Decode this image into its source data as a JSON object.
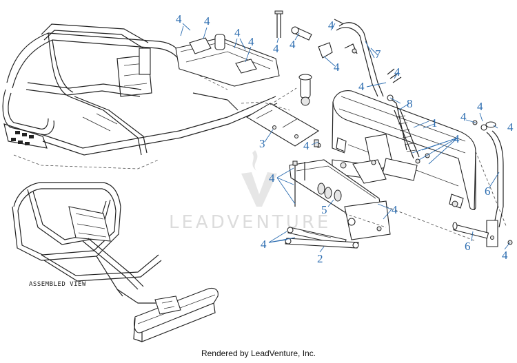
{
  "diagram": {
    "assembled_view_label": "ASSEMBLED VIEW",
    "watermark": "LEADVENTURE",
    "callouts": {
      "c1": "1",
      "c2": "2",
      "c3": "3",
      "c5": "5",
      "c6a": "6",
      "c6b": "6",
      "c7": "7",
      "c8": "8",
      "c4": "4"
    },
    "colors": {
      "callout": "#2b6cb0",
      "line": "#222222",
      "watermark": "#d9d9d9"
    }
  },
  "footer": {
    "text": "Rendered by LeadVenture, Inc."
  }
}
